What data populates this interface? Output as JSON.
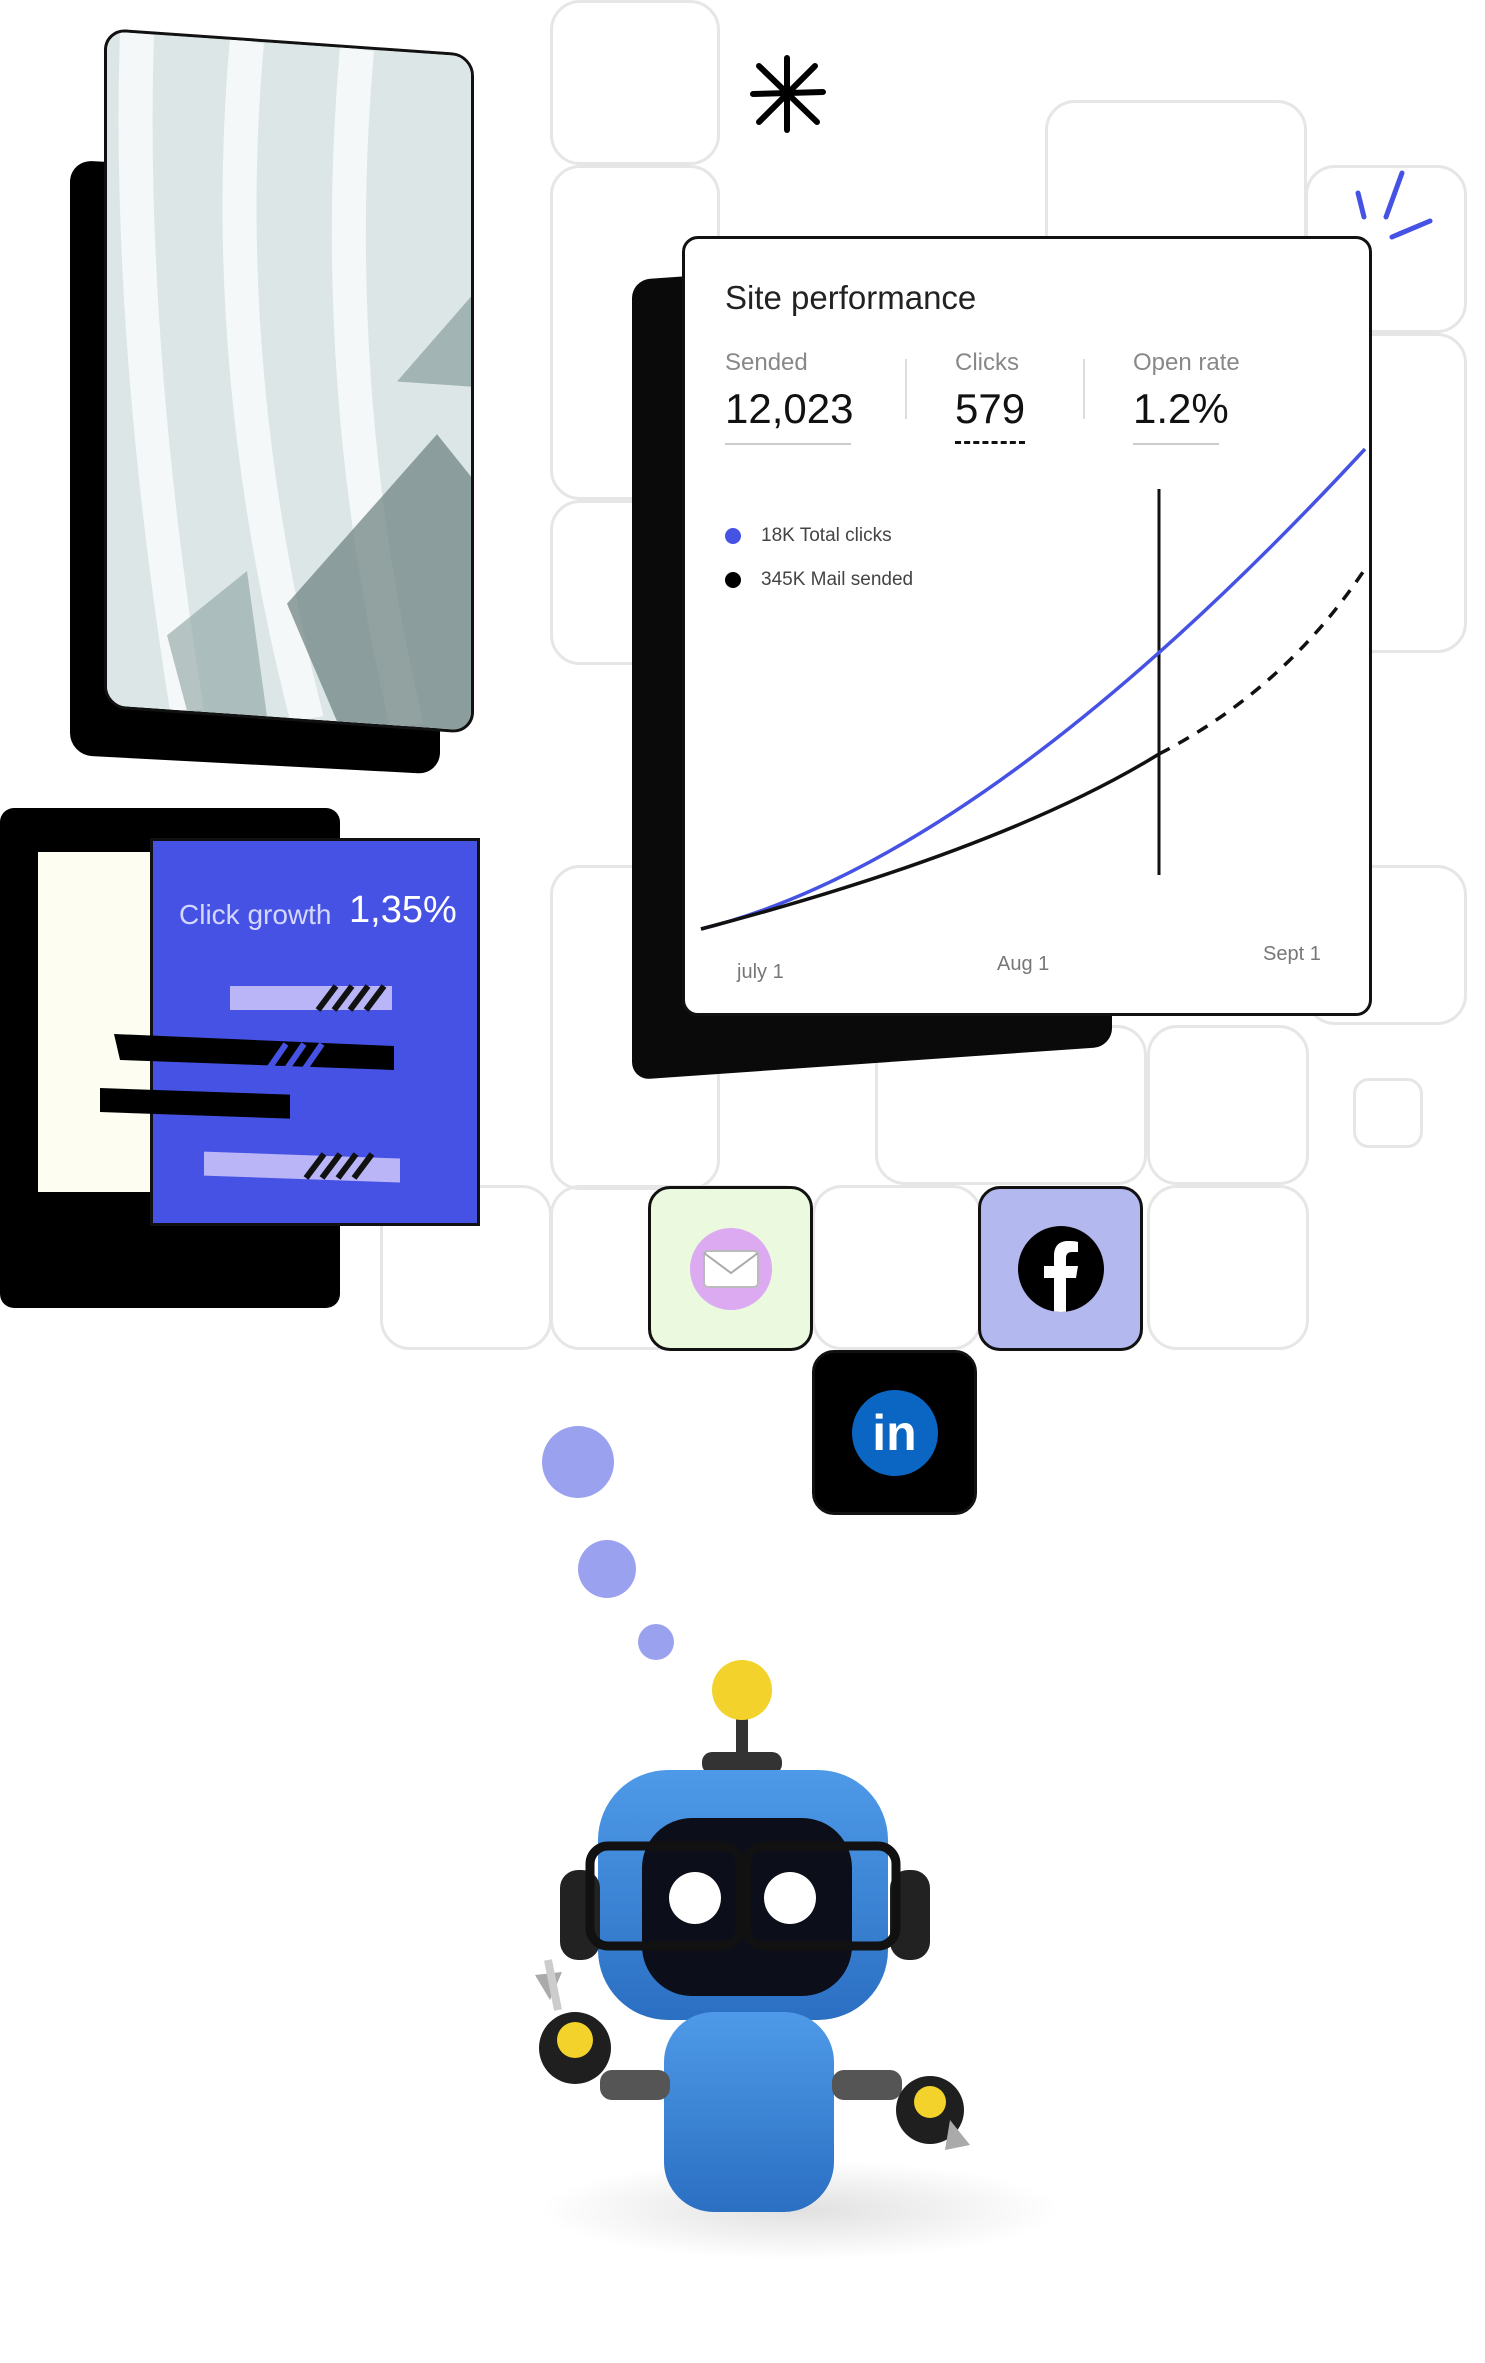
{
  "performance": {
    "title": "Site performance",
    "stats": [
      {
        "label": "Sended",
        "value": "12,023"
      },
      {
        "label": "Clicks",
        "value": "579"
      },
      {
        "label": "Open rate",
        "value": "1.2%"
      }
    ],
    "legend": [
      {
        "label": "18K Total clicks",
        "color": "#4652e4"
      },
      {
        "label": "345K Mail sended",
        "color": "#000000"
      }
    ],
    "x_labels": [
      "july 1",
      "Aug 1",
      "Sept 1"
    ]
  },
  "click_growth": {
    "label": "Click growth",
    "value": "1,35%"
  },
  "social": [
    {
      "name": "mail",
      "icon": "envelope-icon"
    },
    {
      "name": "facebook",
      "icon": "facebook-icon"
    },
    {
      "name": "linkedin",
      "icon": "linkedin-icon",
      "text": "in"
    }
  ],
  "colors": {
    "accent": "#4652e4",
    "bubble": "#9aa1ef",
    "robot": "#3d86d8"
  }
}
